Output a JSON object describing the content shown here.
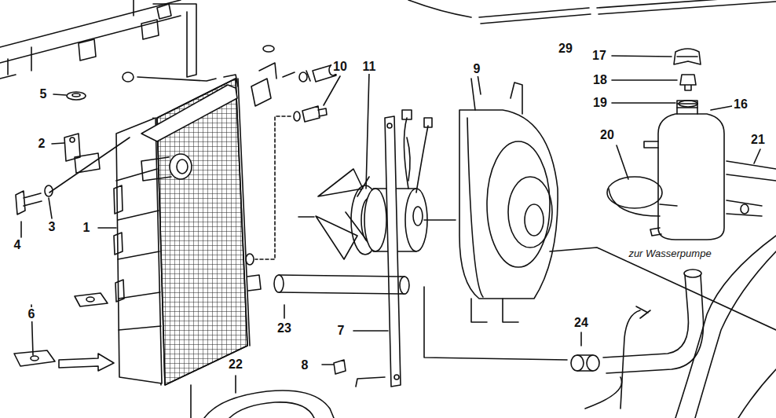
{
  "diagram": {
    "labels": [
      "29",
      "17",
      "18",
      "19",
      "16",
      "10",
      "11",
      "9",
      "5",
      "20",
      "21",
      "2",
      "3",
      "1",
      "4",
      "zur Wasserpumpe",
      "6",
      "23",
      "7",
      "24",
      "22",
      "8"
    ]
  }
}
